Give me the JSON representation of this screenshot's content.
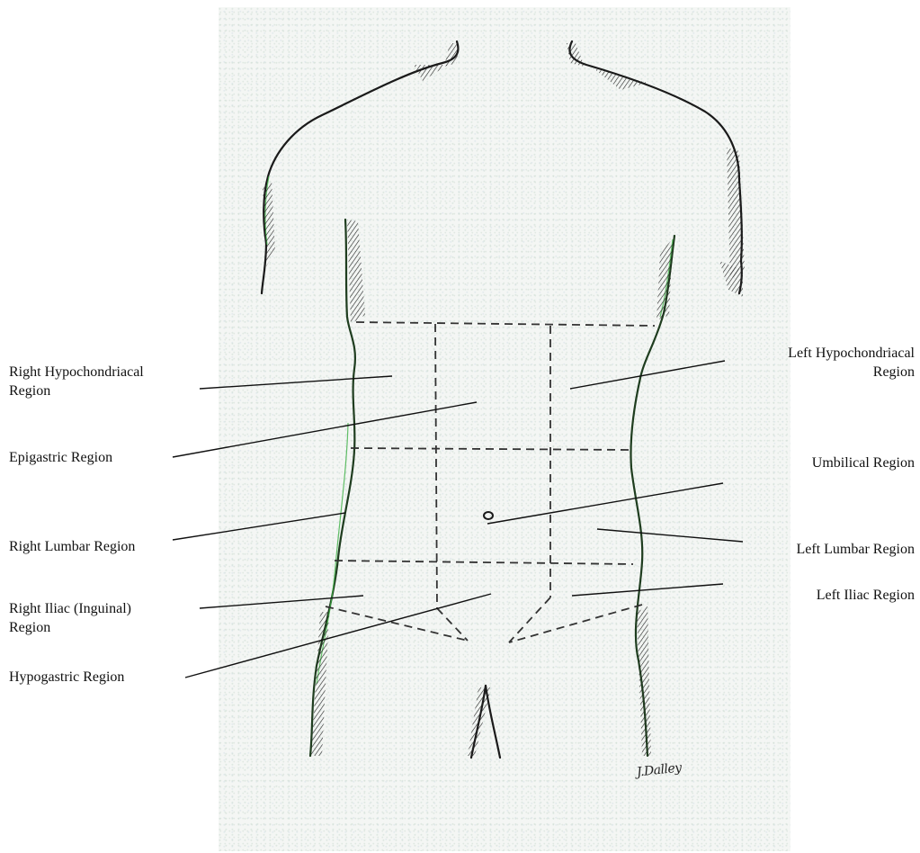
{
  "regions": {
    "right_hypochondriacal": "Right Hypochondriacal\nRegion",
    "left_hypochondriacal": "Left Hypochondriacal\nRegion",
    "epigastric": "Epigastric Region",
    "umbilical": "Umbilical Region",
    "right_lumbar": "Right Lumbar Region",
    "left_lumbar": "Left Lumbar Region",
    "right_iliac": "Right Iliac (Inguinal)\nRegion",
    "left_iliac": "Left Iliac Region",
    "hypogastric": "Hypogastric Region"
  },
  "signature": "J.Dalley",
  "colors": {
    "outline": "#1a1a1a",
    "outline_highlight": "#3cb043",
    "dashed_grid": "#333333",
    "leader_line": "#111111",
    "paper": "#f4f6f4"
  }
}
